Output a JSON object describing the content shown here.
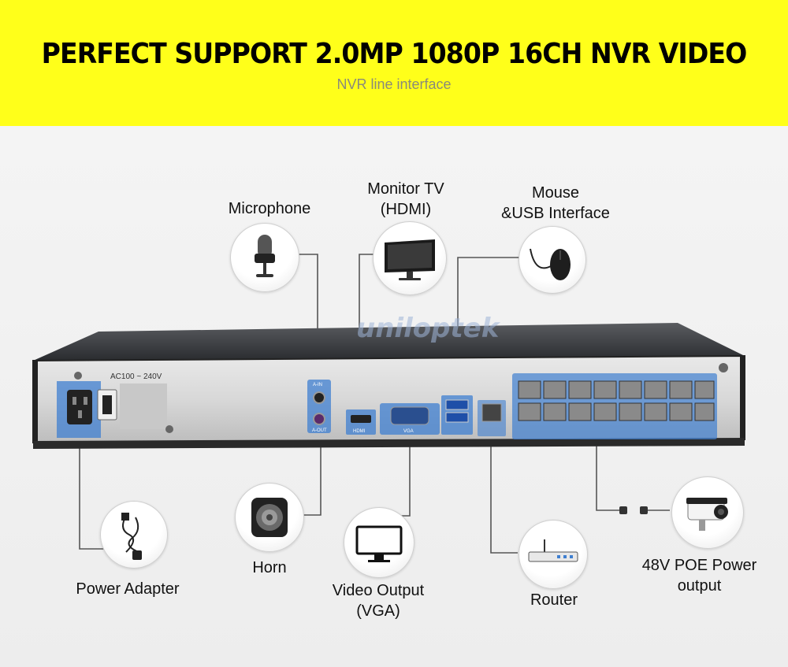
{
  "banner": {
    "title": "PERFECT SUPPORT 2.0MP 1080P 16CH NVR VIDEO",
    "subtitle": "NVR line interface"
  },
  "labels": {
    "microphone": "Microphone",
    "monitor": "Monitor TV\n(HDMI)",
    "mouse": "Mouse\n&USB Interface",
    "power_adapter": "Power Adapter",
    "horn": "Horn",
    "video_output": "Video Output\n(VGA)",
    "router": "Router",
    "poe": "48V POE Power\noutput"
  },
  "device": {
    "power_rating": "AC100 ~ 240V",
    "port_ain": "A-IN",
    "port_aout": "A-OUT",
    "port_hdmi": "HDMI",
    "port_vga": "VGA",
    "watermark": "uniloptek"
  },
  "colors": {
    "banner": "#ffff1a",
    "highlight": "#3f7fd0",
    "chassis": "#2e3033",
    "wire": "#555555"
  }
}
